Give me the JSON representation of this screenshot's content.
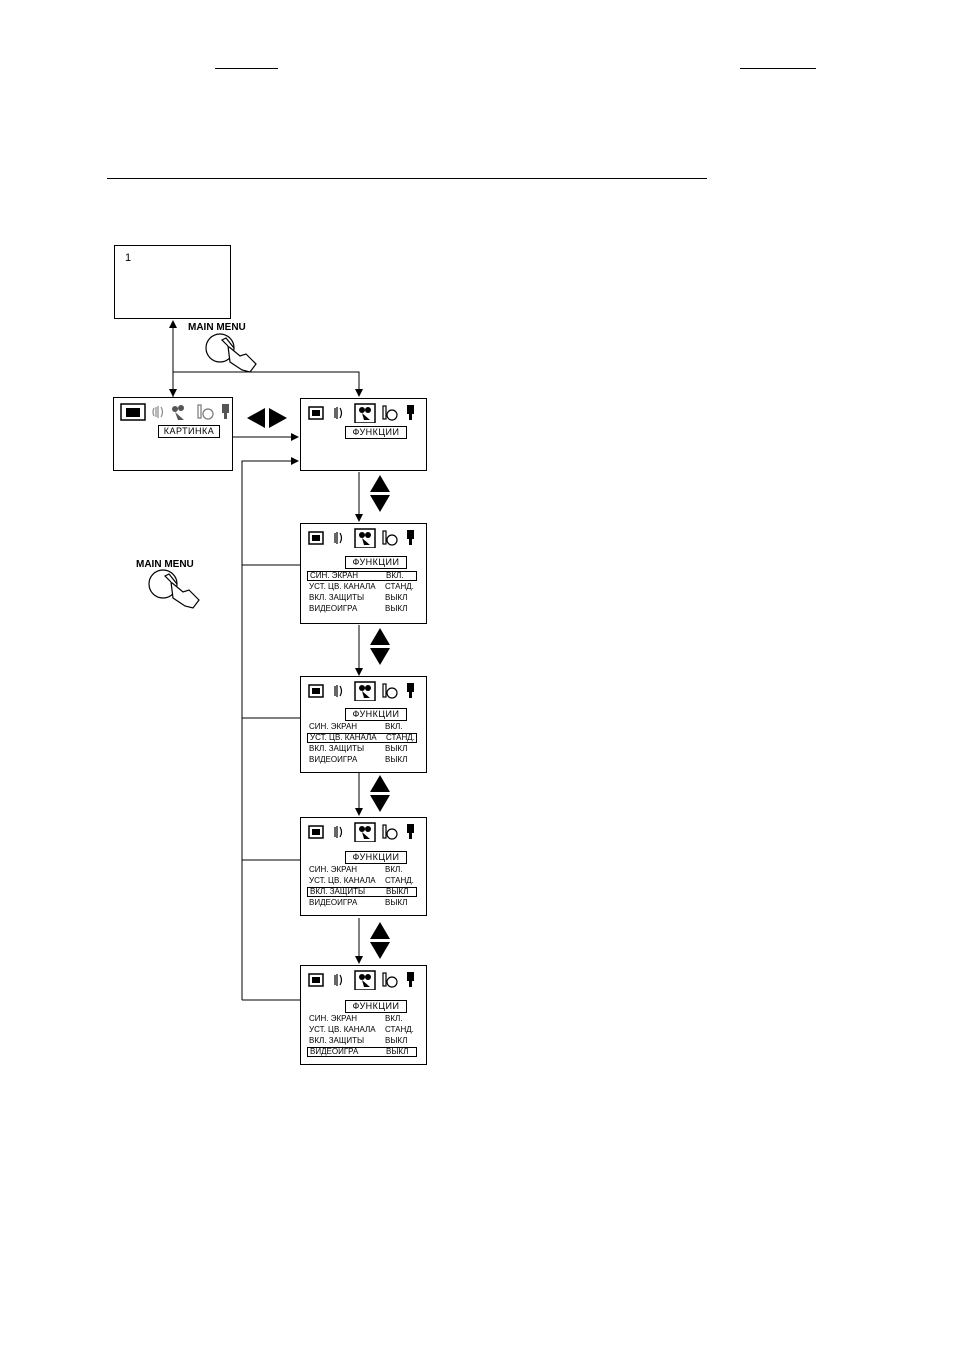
{
  "channel_screen": {
    "channel": "1"
  },
  "buttons": {
    "main_menu_top": "MAIN MENU",
    "main_menu_left": "MAIN MENU"
  },
  "picture_menu": {
    "title": "КАРТИНКА"
  },
  "functions_menu": {
    "title": "ФУНКЦИИ",
    "items": [
      {
        "label": "СИН. ЭКРАН",
        "value": "ВКЛ."
      },
      {
        "label": "УСТ. ЦВ. КАНАЛА",
        "value": "СТАНД."
      },
      {
        "label": "ВКЛ. ЗАЩИТЫ",
        "value": "ВЫКЛ"
      },
      {
        "label": "ВИДЕОИГРА",
        "value": "ВЫКЛ"
      }
    ]
  }
}
